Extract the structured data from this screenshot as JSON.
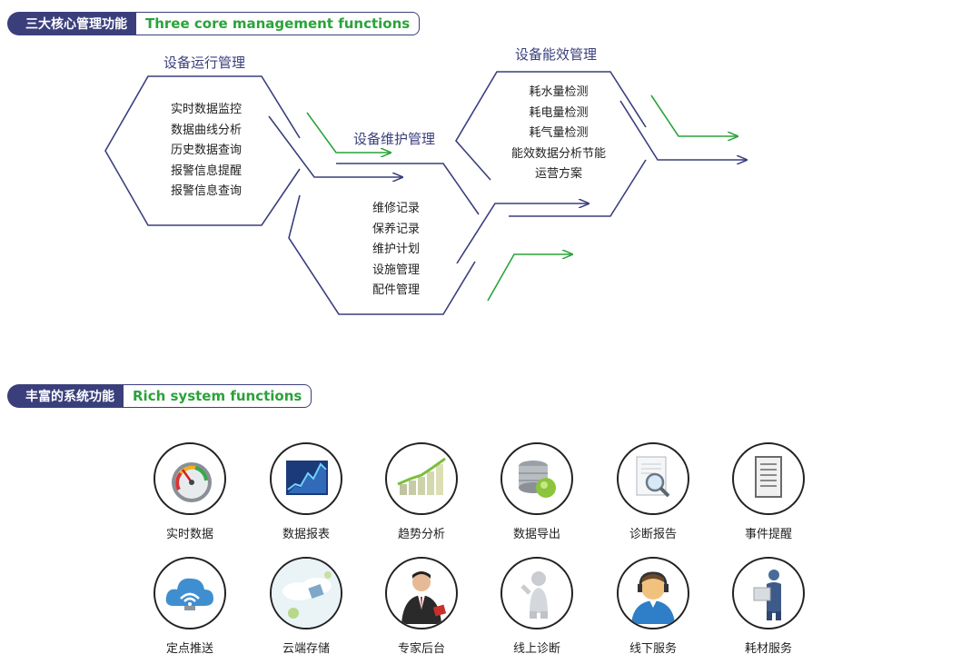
{
  "section1": {
    "cn": "三大核心管理功能",
    "en": "Three core management functions"
  },
  "groups": {
    "operation": {
      "title": "设备运行管理",
      "items": [
        "实时数据监控",
        "数据曲线分析",
        "历史数据查询",
        "报警信息提醒",
        "报警信息查询"
      ]
    },
    "maintenance": {
      "title": "设备维护管理",
      "items": [
        "维修记录",
        "保养记录",
        "维护计划",
        "设施管理",
        "配件管理"
      ]
    },
    "energy": {
      "title": "设备能效管理",
      "items": [
        "耗水量检测",
        "耗电量检测",
        "耗气量检测",
        "能效数据分析节能",
        "运营方案"
      ]
    }
  },
  "section2": {
    "cn": "丰富的系统功能",
    "en": "Rich system functions"
  },
  "functions": [
    {
      "label": "实时数据",
      "icon": "gauge-icon"
    },
    {
      "label": "数据报表",
      "icon": "chart-report-icon"
    },
    {
      "label": "趋势分析",
      "icon": "trend-bars-icon"
    },
    {
      "label": "数据导出",
      "icon": "database-export-icon"
    },
    {
      "label": "诊断报告",
      "icon": "document-magnifier-icon"
    },
    {
      "label": "事件提醒",
      "icon": "list-document-icon"
    },
    {
      "label": "定点推送",
      "icon": "cloud-wifi-icon"
    },
    {
      "label": "云端存储",
      "icon": "cloud-storage-icon"
    },
    {
      "label": "专家后台",
      "icon": "expert-person-icon"
    },
    {
      "label": "线上诊断",
      "icon": "online-person-icon"
    },
    {
      "label": "线下服务",
      "icon": "headset-person-icon"
    },
    {
      "label": "耗材服务",
      "icon": "delivery-person-icon"
    }
  ],
  "colors": {
    "navy": "#3a3f7c",
    "green": "#2aa33a"
  }
}
